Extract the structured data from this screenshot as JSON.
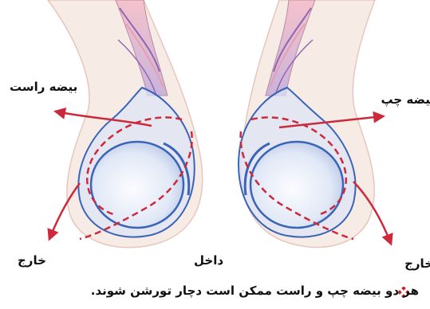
{
  "labels": {
    "right_testis": "بیضه راست",
    "left_testis": "بیضه چپ",
    "outward_left": "خارج",
    "inward": "داخل",
    "outward_right": "خارج"
  },
  "caption": "هر دو بیضه چپ و راست ممکن است دچار تورشن شوند.",
  "colors": {
    "arrow": "#cc2a3c",
    "skin": "#f7ebe6",
    "skin_outline": "#e6c7bd",
    "testis_fill": "#e9eef8",
    "testis_outline": "#3a64b8",
    "cord_pink": "#e79fb0",
    "cord_purple": "#8d67b0",
    "bullet": "#c0282d"
  },
  "icons": {
    "caption_bullet": "diamond-bullet-icon"
  }
}
